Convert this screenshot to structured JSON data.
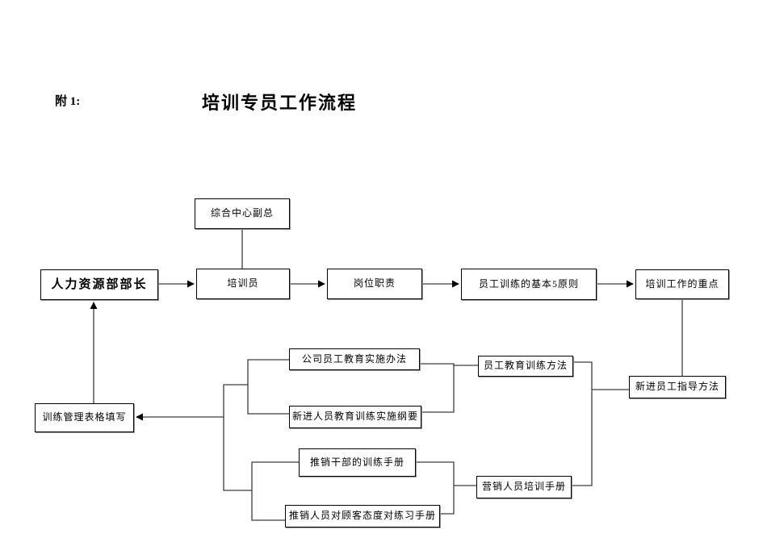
{
  "document": {
    "attachment_label": "附 1:",
    "title": "培训专员工作流程"
  },
  "flowchart": {
    "nodes": [
      {
        "id": "center-vice-president",
        "label": "综合中心副总"
      },
      {
        "id": "hr-department-director",
        "label": "人力资源部部长"
      },
      {
        "id": "trainer",
        "label": "培训员"
      },
      {
        "id": "job-duties",
        "label": "岗位职责"
      },
      {
        "id": "five-basic-principles",
        "label": "员工训练的基本5原则"
      },
      {
        "id": "training-work-focus",
        "label": "培训工作的重点"
      },
      {
        "id": "company-education-measures",
        "label": "公司员工教育实施办法"
      },
      {
        "id": "new-staff-training-outline",
        "label": "新进人员教育训练实施纲要"
      },
      {
        "id": "education-training-methods",
        "label": "员工教育训练方法"
      },
      {
        "id": "new-employee-guidance",
        "label": "新进员工指导方法"
      },
      {
        "id": "training-form-filling",
        "label": "训练管理表格填写"
      },
      {
        "id": "sales-cadre-manual",
        "label": "推销干部的训练手册"
      },
      {
        "id": "sales-attitude-manual",
        "label": "推销人员对顾客态度对练习手册"
      },
      {
        "id": "marketing-training-manual",
        "label": "营销人员培训手册"
      }
    ]
  },
  "colors": {
    "background": "#ffffff",
    "line": "#3d3d3d",
    "box_border": "#000000",
    "box_shadow": "#9a9a9a",
    "text": "#000000"
  }
}
